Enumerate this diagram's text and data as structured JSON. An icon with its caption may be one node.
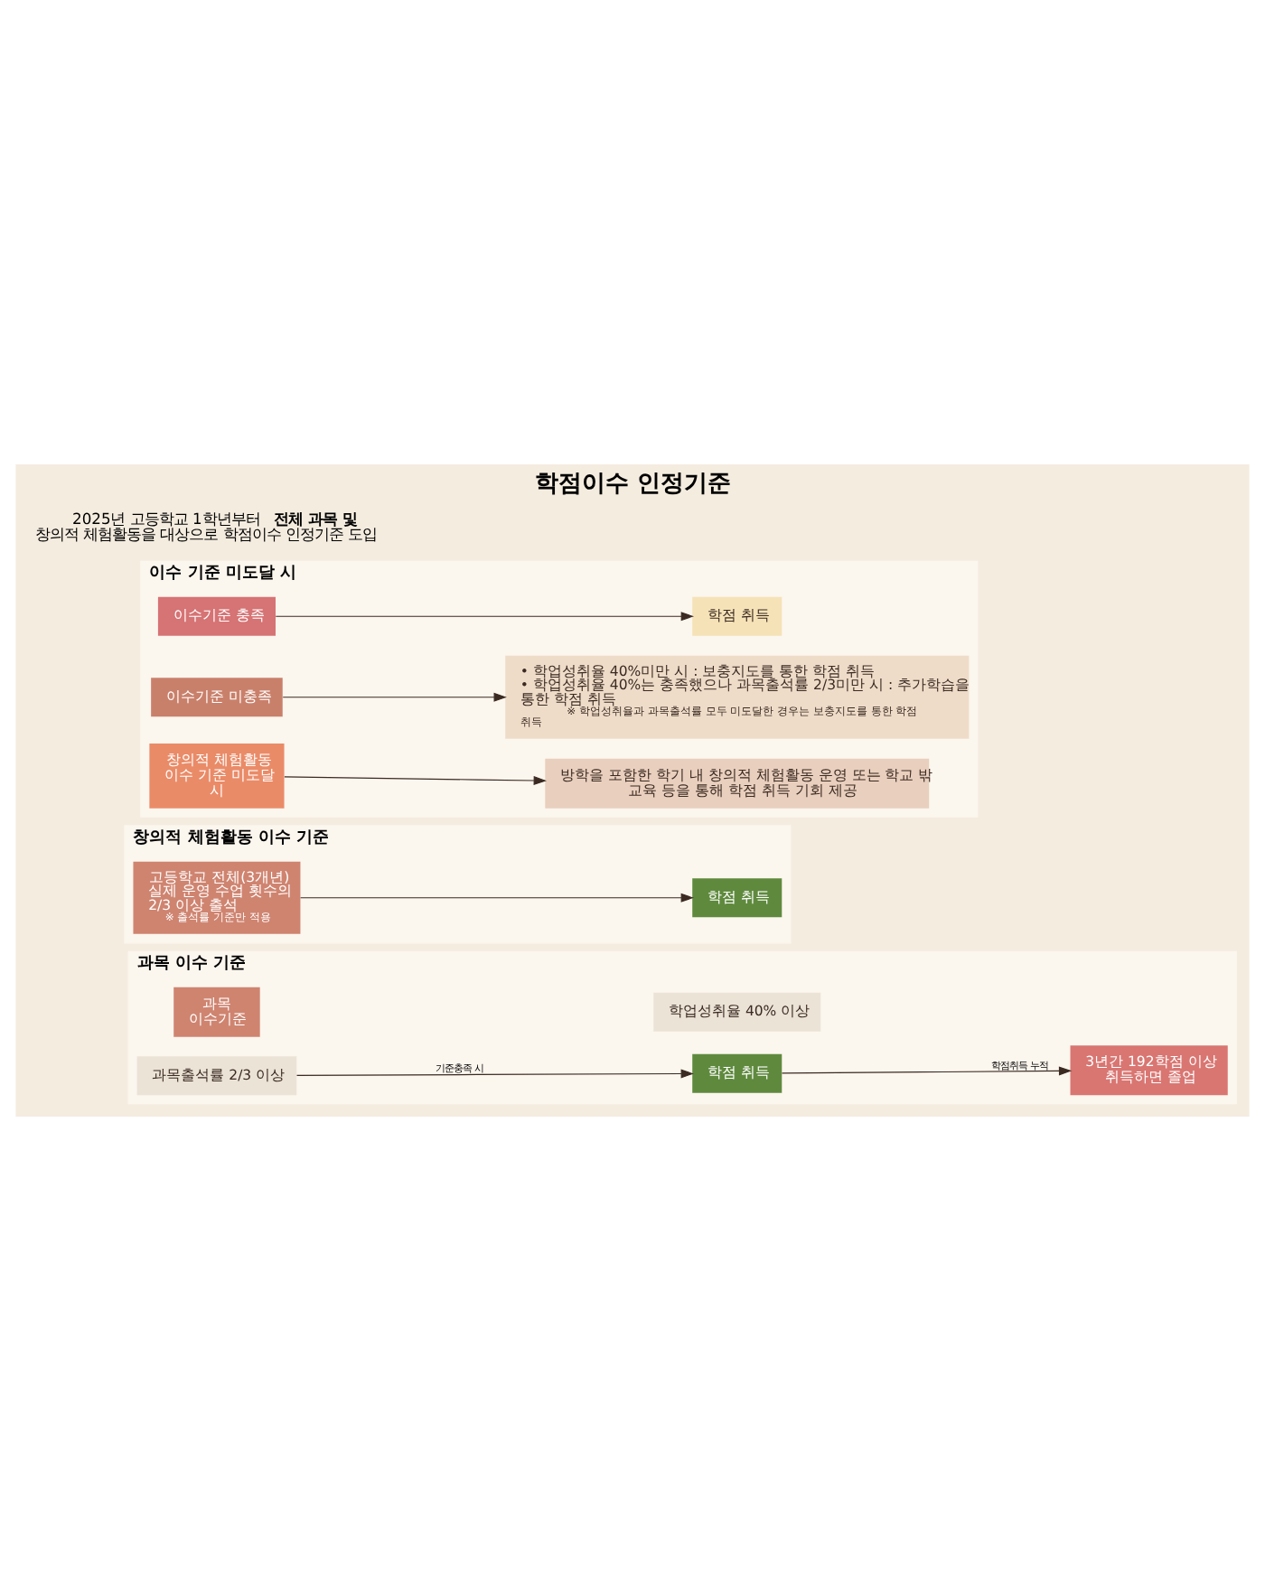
{
  "diagram": {
    "title": "학점이수 인정기준",
    "nodes": [
      {
        "text": [
          "과목 이수 기준"
        ]
      },
      {
        "text": [
          "과목 이수기준"
        ],
        "in": 0
      },
      {
        "text": [
          "과목출석률 2/3 이상"
        ],
        "in": 0
      },
      {
        "text": [
          "학업성취율 40% 이상"
        ],
        "in": 0
      },
      {
        "text": [
          "학점 취득"
        ],
        "in": 0
      },
      {
        "text": [
          "3년간 192학점 이상 취득하면 졸업"
        ],
        "in": 0
      },
      {
        "text": [
          "창의적 체험활동 이수 기준"
        ]
      },
      {
        "text": [
          "고등학교 전체(3개년) 실제 운영 수업 횟수의 2/3 이상 출석",
          "※ 출석률 기준만 적용"
        ],
        "in": 6
      },
      {
        "text": [
          "학점 취득"
        ],
        "in": 6
      },
      {
        "text": [
          "이수 기준 미도달 시"
        ]
      },
      {
        "text": [
          "이수기준 충족"
        ],
        "in": 9
      },
      {
        "text": [
          "학점 취득"
        ],
        "in": 9
      },
      {
        "text": [
          "이수기준 미충족"
        ],
        "in": 9
      },
      {
        "text": [
          "• 학업성취율 40%미만 시 : 보충지도를 통한 학점 취득",
          "• 학업성취율 40%는 충족했으나 과목출석률 2/3미만 시 : 추가학습을 통한 학점 취득",
          "※ 학업성취율과 과목출석률 모두 미도달한 경우는 보충지도를 통한 학점 취득"
        ],
        "in": 9
      },
      {
        "text": [
          "창의적 체험활동 이수 기준 미도달 시"
        ],
        "in": 9
      },
      {
        "text": [
          "방학을 포함한 학기 내 창의적 체험활동 운영 또는 학교 밖 교육 등을 통해 학점 취득 기회 제공"
        ],
        "in": 9
      }
    ],
    "edges": [
      {
        "from": 2,
        "to": 4,
        "arrow": "to",
        "label": "기준충족 시"
      },
      {
        "from": 4,
        "to": 5,
        "arrow": "to",
        "label": "학점취득 누적"
      },
      {
        "from": 7,
        "to": 8,
        "arrow": "to"
      },
      {
        "from": 10,
        "to": 11,
        "arrow": "to"
      },
      {
        "from": 12,
        "to": 13,
        "arrow": "to"
      },
      {
        "from": 14,
        "to": 15,
        "arrow": "to"
      }
    ],
    "labels": [
      "2025년 고등학교 1학년부터 **전체 과목 및** 창의적 체험활동을 대상으로 학점이수 인정기준 도입"
    ]
  }
}
